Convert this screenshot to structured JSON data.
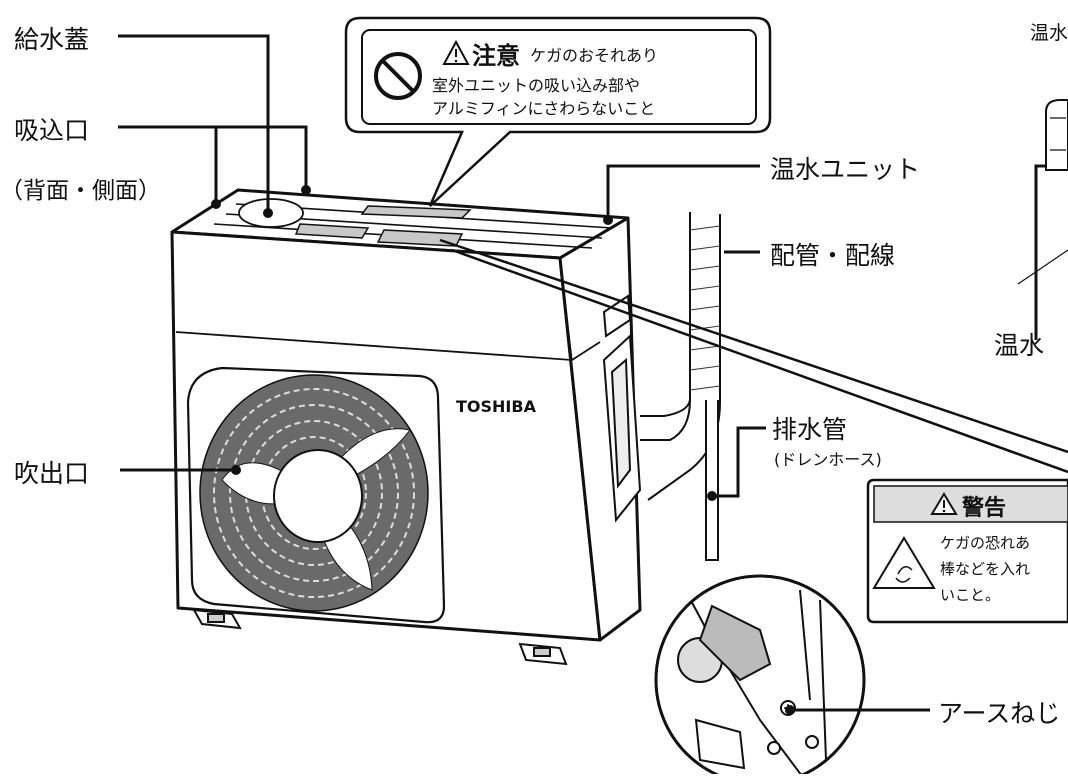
{
  "labels": {
    "supply_cap": "給水蓋",
    "intake": "吸込口",
    "intake_note": "（背面・側面）",
    "outlet": "吹出口",
    "hot_water_unit": "温水ユニット",
    "piping_wiring": "配管・配線",
    "drain_pipe": "排水管",
    "drain_hose": "(ドレンホース)",
    "earth_screw": "アースねじ",
    "top_right_partial": "温水",
    "right_partial": "温水"
  },
  "caution_label": {
    "title": "注意",
    "subtitle": "ケガのおそれあり",
    "line1": "室外ユニットの吸い込み部や",
    "line2": "アルミフィンにさわらないこと"
  },
  "warning_label": {
    "title": "警告",
    "line1": "ケガの恐れあ",
    "line2": "棒などを入れ",
    "line3": "いこと。"
  },
  "brand": "TOSHIBA"
}
